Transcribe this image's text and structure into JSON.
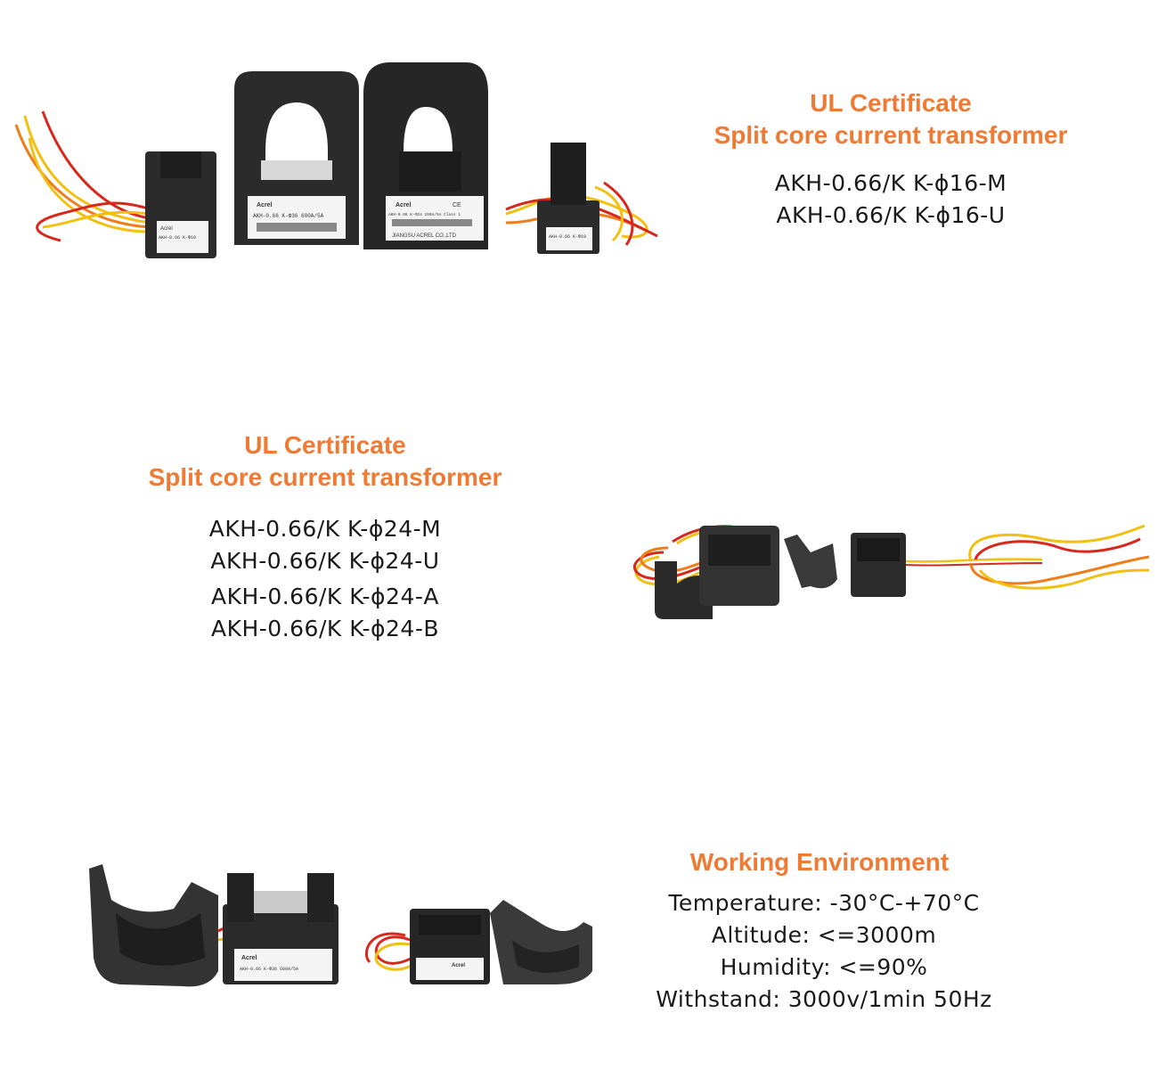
{
  "section1": {
    "heading_line1": "UL Certificate",
    "heading_line2": "Split core current transformer",
    "models": [
      "AKH-0.66/K K-ϕ16-M",
      "AKH-0.66/K K-ϕ16-U"
    ],
    "photo_labels": {
      "brand": "Acrel",
      "small_left_model": "AKH-0.66 K-Φ10",
      "large_left_model": "AKH-0.66 K-Φ36 600A/5A",
      "large_right_model": "AKH-0.66 K-Φ24 150A/5A Class 1",
      "large_right_company": "JIANGSU ACREL CO.,LTD",
      "small_right_model": "AKH-0.66 K-Φ10",
      "ce_mark": "CE"
    }
  },
  "section2": {
    "heading_line1": "UL Certificate",
    "heading_line2": "Split core current transformer",
    "models": [
      "AKH-0.66/K K-ϕ24-M",
      "AKH-0.66/K K-ϕ24-U",
      "AKH-0.66/K K-ϕ24-A",
      "AKH-0.66/K K-ϕ24-B"
    ]
  },
  "section3": {
    "heading": "Working Environment",
    "specs": [
      "Temperature: -30°C-+70°C",
      "Altitude: <=3000m",
      "Humidity: <=90%",
      "Withstand: 3000v/1min 50Hz"
    ],
    "photo_labels": {
      "brand_left": "Acrel",
      "model_left": "AKH-0.66 K-Φ36 600A/5A",
      "brand_right": "Acrel"
    }
  },
  "colors": {
    "accent": "#ee7a34",
    "text": "#1a1a1a",
    "device": "#2b2b2b",
    "wire_yellow": "#f2c012",
    "wire_red": "#d8281e",
    "wire_orange": "#ef7d1a"
  }
}
